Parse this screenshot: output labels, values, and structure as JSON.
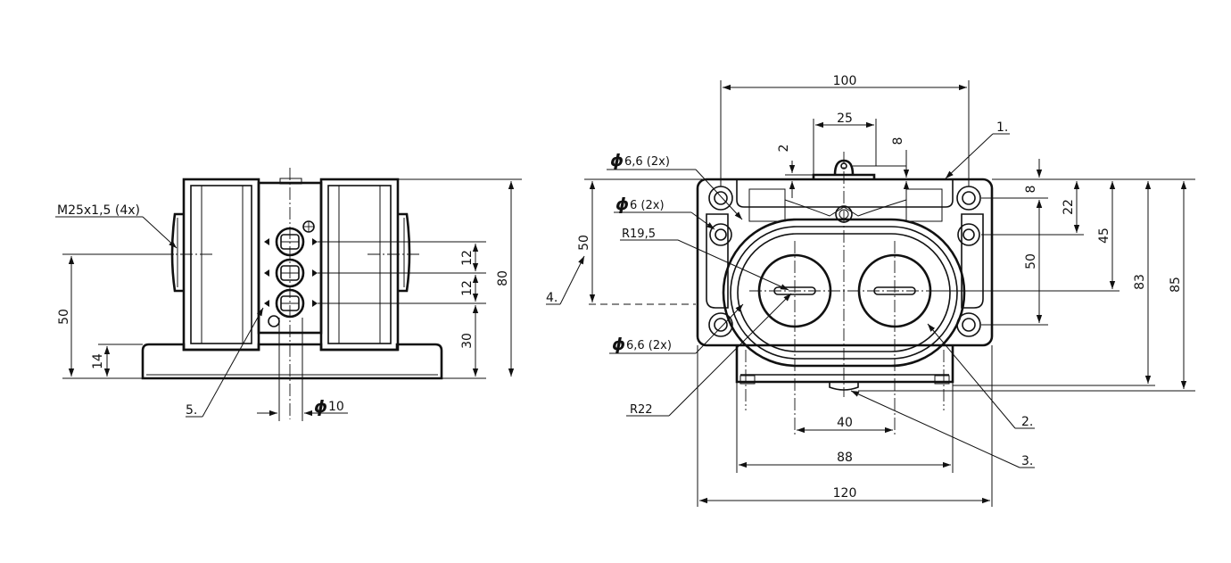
{
  "left_view": {
    "thread_label": "M25x1,5 (4x)",
    "dims": {
      "d50": "50",
      "d14": "14",
      "d12a": "12",
      "d12b": "12",
      "d30": "30",
      "d80": "80",
      "d10": "10"
    },
    "callout_5": "5.",
    "diameter_symbol": "ϕ"
  },
  "right_view": {
    "dims": {
      "d100": "100",
      "d25": "25",
      "d2": "2",
      "d8top": "8",
      "d8": "8",
      "d22": "22",
      "d45": "45",
      "d50right": "50",
      "d83": "83",
      "d85": "85",
      "d50left": "50",
      "d40": "40",
      "d88": "88",
      "d120": "120"
    },
    "labels": {
      "hole_66_top": "6,6 (2x)",
      "hole_6": "6 (2x)",
      "radius_195": "R19,5",
      "hole_66_bottom": "6,6 (2x)",
      "radius_22": "R22"
    },
    "callouts": {
      "c1": "1.",
      "c2": "2.",
      "c3": "3.",
      "c4": "4."
    },
    "diameter_symbol": "ϕ"
  }
}
